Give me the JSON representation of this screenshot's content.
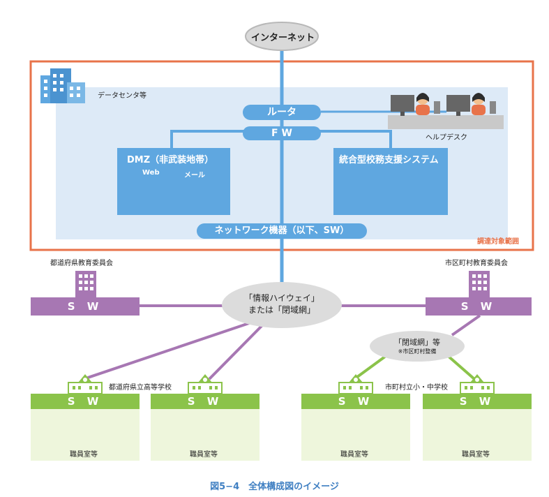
{
  "internet_label": "インターネット",
  "datacenter_label": "データセンタ等",
  "router_label": "ルータ",
  "fw_label": "F W",
  "dmz_title": "DMZ（非武装地帯）",
  "dmz_web_label": "Web",
  "dmz_mail_label": "メール",
  "school_system_title": "統合型校務支援システム",
  "helpdesk_label": "ヘルプデスク",
  "network_label": "ネットワーク機器（以下、SW）",
  "procurement_label": "調達対象範囲",
  "pref_board_label": "都道府県教育委員会",
  "city_board_label": "市区町村教育委員会",
  "sw_label": "S W",
  "info_highway_line1": "「情報ハイウェイ」",
  "info_highway_line2": "または「閉域網」",
  "closed_net_line1": "「閉域網」等",
  "closed_net_line2": "※市区町村整備",
  "pref_school_label": "都道府県立高等学校",
  "city_school_label": "市町村立小・中学校",
  "staff_room_label": "職員室等",
  "caption": "図5−4　全体構成図のイメージ",
  "colors": {
    "blue": "#5fa7e0",
    "light_blue_bg": "#ddeaf7",
    "orange": "#e8734a",
    "purple": "#a777b3",
    "green": "#8bc34a",
    "light_green_bg": "#eef6dc",
    "caption": "#3f7fc2"
  }
}
